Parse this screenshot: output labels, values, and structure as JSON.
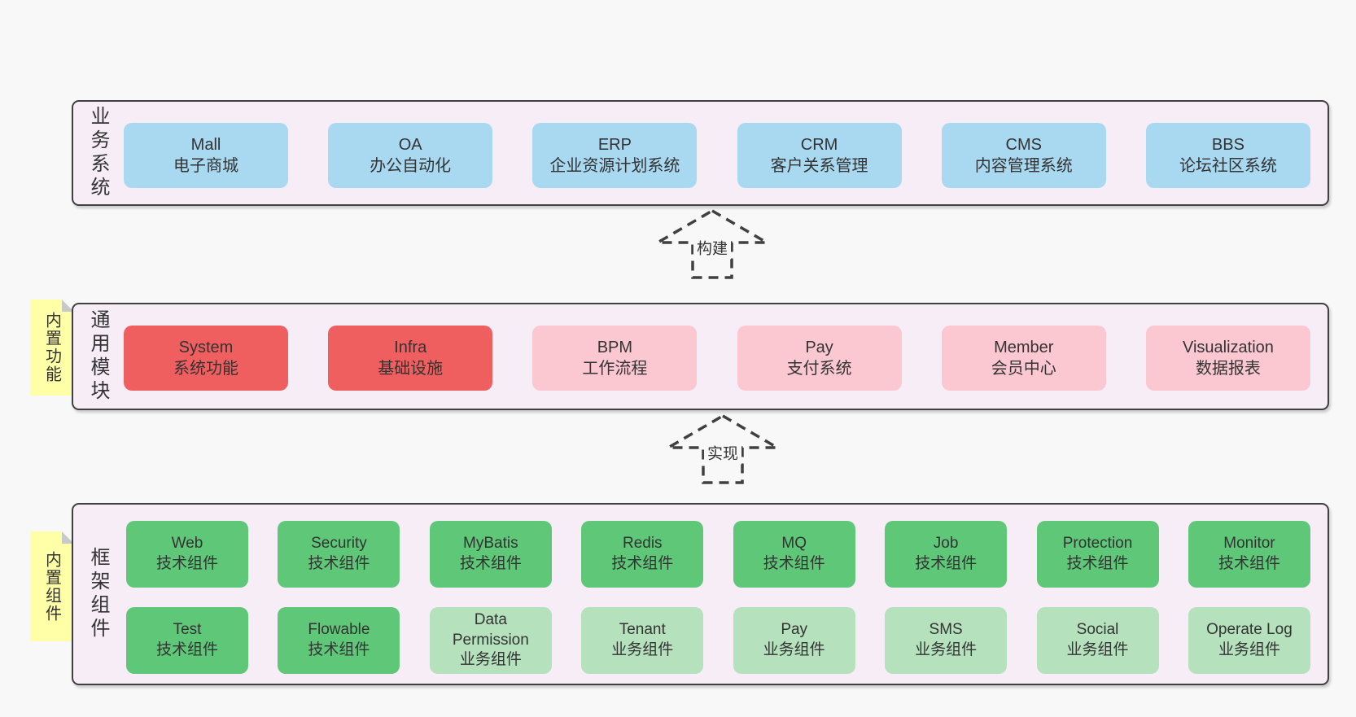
{
  "diagram": {
    "arrows": [
      {
        "label": "构建"
      },
      {
        "label": "实现"
      }
    ],
    "layers": [
      {
        "label": "业务系统",
        "boxes": [
          {
            "en": "Mall",
            "zh": "电子商城"
          },
          {
            "en": "OA",
            "zh": "办公自动化"
          },
          {
            "en": "ERP",
            "zh": "企业资源计划系统"
          },
          {
            "en": "CRM",
            "zh": "客户关系管理"
          },
          {
            "en": "CMS",
            "zh": "内容管理系统"
          },
          {
            "en": "BBS",
            "zh": "论坛社区系统"
          }
        ]
      },
      {
        "label": "通用模块",
        "note": "内置功能",
        "boxes": [
          {
            "en": "System",
            "zh": "系统功能"
          },
          {
            "en": "Infra",
            "zh": "基础设施"
          },
          {
            "en": "BPM",
            "zh": "工作流程"
          },
          {
            "en": "Pay",
            "zh": "支付系统"
          },
          {
            "en": "Member",
            "zh": "会员中心"
          },
          {
            "en": "Visualization",
            "zh": "数据报表"
          }
        ]
      },
      {
        "label": "框架组件",
        "note": "内置组件",
        "rows": [
          [
            {
              "en": "Web",
              "zh": "技术组件"
            },
            {
              "en": "Security",
              "zh": "技术组件"
            },
            {
              "en": "MyBatis",
              "zh": "技术组件"
            },
            {
              "en": "Redis",
              "zh": "技术组件"
            },
            {
              "en": "MQ",
              "zh": "技术组件"
            },
            {
              "en": "Job",
              "zh": "技术组件"
            },
            {
              "en": "Protection",
              "zh": "技术组件"
            },
            {
              "en": "Monitor",
              "zh": "技术组件"
            }
          ],
          [
            {
              "en": "Test",
              "zh": "技术组件"
            },
            {
              "en": "Flowable",
              "zh": "技术组件"
            },
            {
              "en": "Data Permission",
              "zh": "业务组件"
            },
            {
              "en": "Tenant",
              "zh": "业务组件"
            },
            {
              "en": "Pay",
              "zh": "业务组件"
            },
            {
              "en": "SMS",
              "zh": "业务组件"
            },
            {
              "en": "Social",
              "zh": "业务组件"
            },
            {
              "en": "Operate Log",
              "zh": "业务组件"
            }
          ]
        ]
      }
    ],
    "colors": {
      "page_bg": "#f8f8f8",
      "layer_bg": "#f7edf6",
      "layer_border": "#404040",
      "blue": "#a9d8f1",
      "red": "#f05f5f",
      "pink": "#fbc8d2",
      "green": "#5fc878",
      "light_green": "#b5e2bd",
      "note_yellow": "#ffffa8",
      "note_fold": "#c9c9c9",
      "text": "#333333"
    }
  }
}
